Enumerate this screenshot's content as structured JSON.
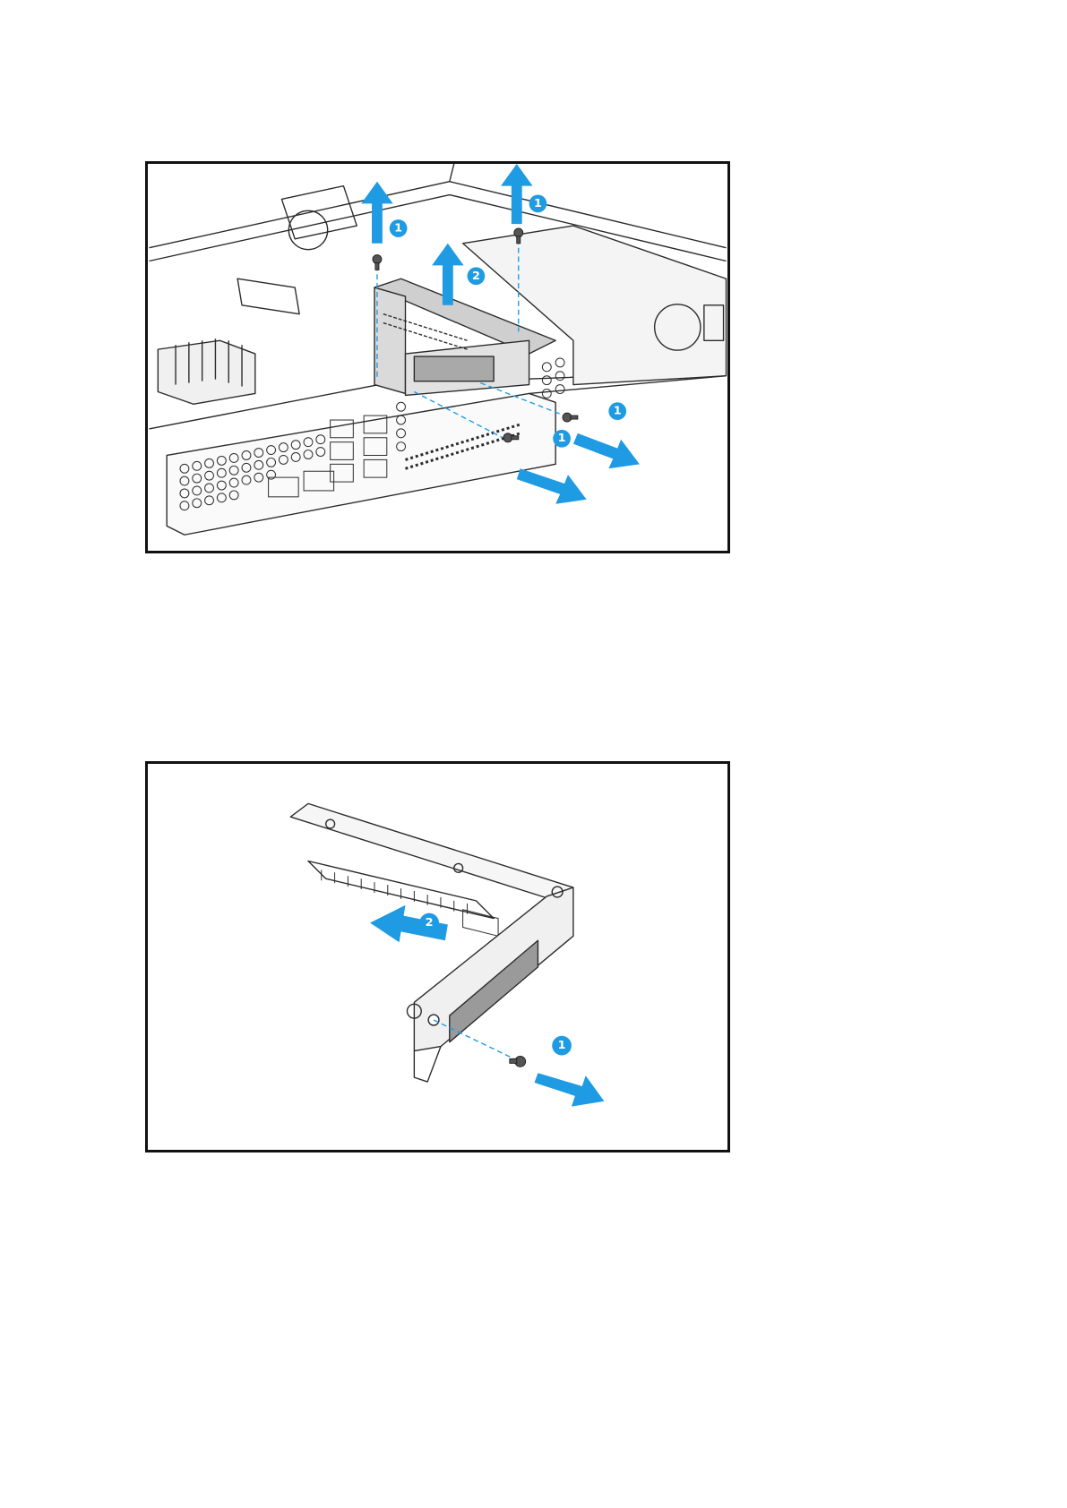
{
  "colors": {
    "accent": "#1E9BE3",
    "line": "#2b2b2b",
    "metal": "#d6d6d6",
    "border": "#111111"
  },
  "figures": [
    {
      "name": "remove-riser-bracket-from-chassis",
      "callouts": [
        "1",
        "1",
        "2",
        "1",
        "1"
      ]
    },
    {
      "name": "remove-card-from-riser-bracket",
      "callouts": [
        "2",
        "1"
      ]
    }
  ]
}
